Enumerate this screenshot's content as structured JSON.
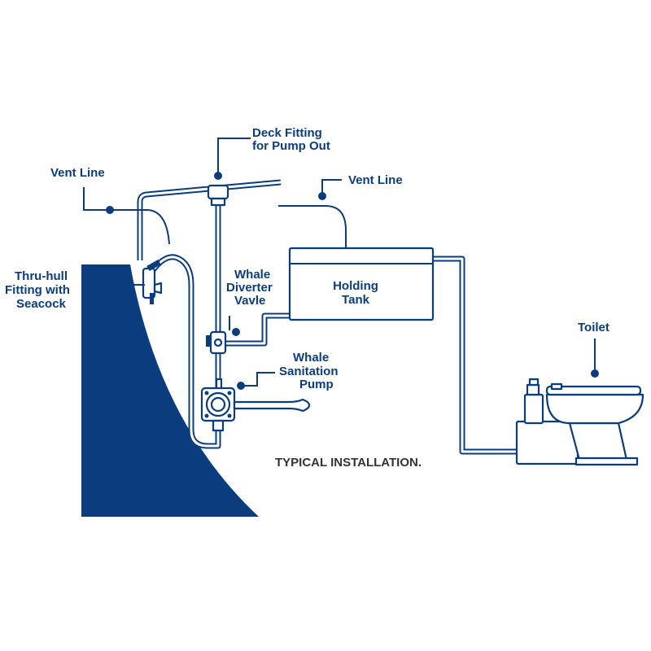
{
  "colors": {
    "primary": "#0b3d7e",
    "caption": "#333333",
    "background": "#ffffff"
  },
  "labels": {
    "deck_fitting": [
      "Deck Fitting",
      "for Pump Out"
    ],
    "vent_line_left": "Vent Line",
    "vent_line_right": "Vent Line",
    "thru_hull": [
      "Thru-hull",
      "Fitting with",
      "Seacock"
    ],
    "diverter_valve": [
      "Whale",
      "Diverter",
      "Vavle"
    ],
    "sanitation_pump": [
      "Whale",
      "Sanitation",
      "Pump"
    ],
    "holding_tank": [
      "Holding",
      "Tank"
    ],
    "toilet": "Toilet"
  },
  "caption": "TYPICAL INSTALLATION."
}
